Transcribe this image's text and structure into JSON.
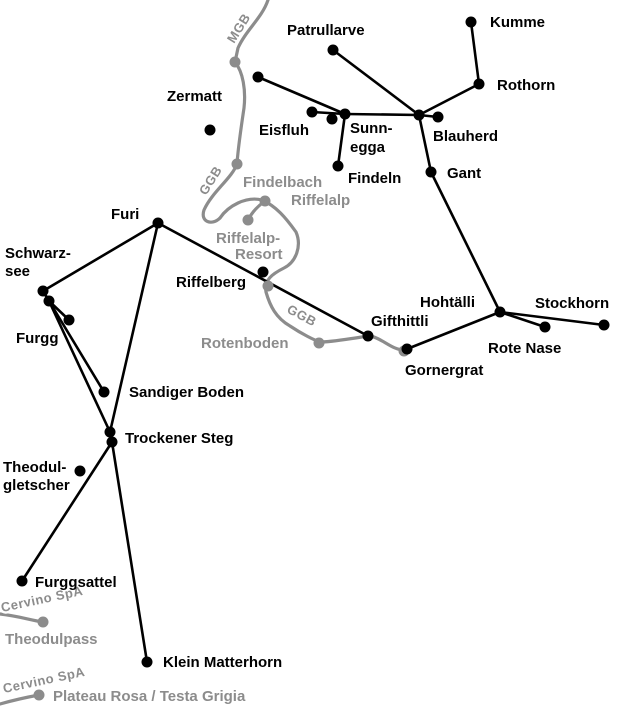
{
  "map": {
    "colors": {
      "active": "#000000",
      "railway": "#8c8c8c",
      "background": "#ffffff"
    },
    "railway_labels": {
      "mgb": "MGB",
      "ggb_upper": "GGB",
      "ggb_lower": "GGB",
      "cervino_upper": "Cervino SpA",
      "cervino_lower": "Cervino SpA"
    },
    "stations": {
      "zermatt": "Zermatt",
      "patrullarve": "Patrullarve",
      "kumme": "Kumme",
      "rothorn": "Rothorn",
      "eisfluh": "Eisfluh",
      "sunnegga_1": "Sunn-",
      "sunnegga_2": "egga",
      "blauherd": "Blauherd",
      "findeln": "Findeln",
      "gant": "Gant",
      "furi": "Furi",
      "findelbach": "Findelbach",
      "riffelalp": "Riffelalp",
      "riffelalp_resort_1": "Riffelalp-",
      "riffelalp_resort_2": "Resort",
      "schwarzsee_1": "Schwarz-",
      "schwarzsee_2": "see",
      "riffelberg": "Riffelberg",
      "hohtaelli": "Hohtälli",
      "stockhorn": "Stockhorn",
      "furgg": "Furgg",
      "gifthittli": "Gifthittli",
      "rote_nase": "Rote Nase",
      "rotenboden": "Rotenboden",
      "gornergrat": "Gornergrat",
      "sandiger_boden": "Sandiger Boden",
      "trockener_steg": "Trockener Steg",
      "theodulgletscher_1": "Theodul-",
      "theodulgletscher_2": "gletscher",
      "furggsattel": "Furggsattel",
      "theodulpass": "Theodulpass",
      "klein_matterhorn": "Klein Matterhorn",
      "plateau_rosa": "Plateau Rosa / Testa Grigia"
    }
  }
}
